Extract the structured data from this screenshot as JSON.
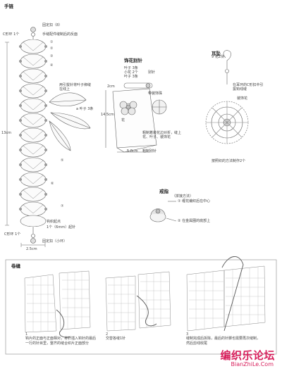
{
  "bracelet": {
    "title": "手链",
    "labels": {
      "clasp_top": "固定扣（8）",
      "c_ring_1": "C形环 1个",
      "hand_sew": "手缝配件缝制后的反面",
      "flower_note": "用引拔针将叶子绑缝在线上",
      "leaf_note": "a 叶子 3条",
      "length": "13cm",
      "leaf_start": "钩织起点",
      "ring_small": "1个（6mm）起针",
      "c_ring_bottom": "C形环 1个",
      "clasp_bottom": "固定扣（小环）",
      "width": "2.5cm"
    },
    "round_numbers": [
      "①",
      "②",
      "③",
      "④",
      "⑤",
      "⑥",
      "⑦"
    ]
  },
  "brooch": {
    "title": "饰花别针",
    "labels": {
      "leaf": "叶子 3条",
      "small_flower": "小花 2个",
      "extra": "叶子 3条",
      "cord": "别针",
      "size_2cm": "2cm",
      "bead": "带装饰珠",
      "length_145": "14.5cm",
      "flower": "花",
      "sew_note": "粗制着装花边对折，缝上花、叶子、装饰花",
      "width_58": "5.8cm",
      "pin": "粗制别针"
    }
  },
  "earring": {
    "title": "耳坠",
    "labels": {
      "small": "9 花2块",
      "hook": "在耳环的C形扣中引拔钩线缝",
      "flower": "装饰花",
      "note": "按照织的方法制作2个"
    }
  },
  "ring": {
    "title": "戒指",
    "subtitle": "（拼接方法）",
    "step1": "① 缠花编织后在中心",
    "step2": "② 在金属圈的底部上"
  },
  "joining": {
    "title": "卷缝",
    "steps": [
      {
        "num": "1",
        "text": "钩片的正面与正面相对，将针插入钩针的最后一行的针目里，整齐的缝合织片正面部分"
      },
      {
        "num": "2",
        "text": "交替各缝1针"
      },
      {
        "num": "3",
        "text": "缝制完成后拆除，最后的针脚也需要再次缝制，然后剪线收尾"
      }
    ]
  },
  "watermark": {
    "brand": "编织乐论坛",
    "url": "BianZhiLe.Com"
  }
}
